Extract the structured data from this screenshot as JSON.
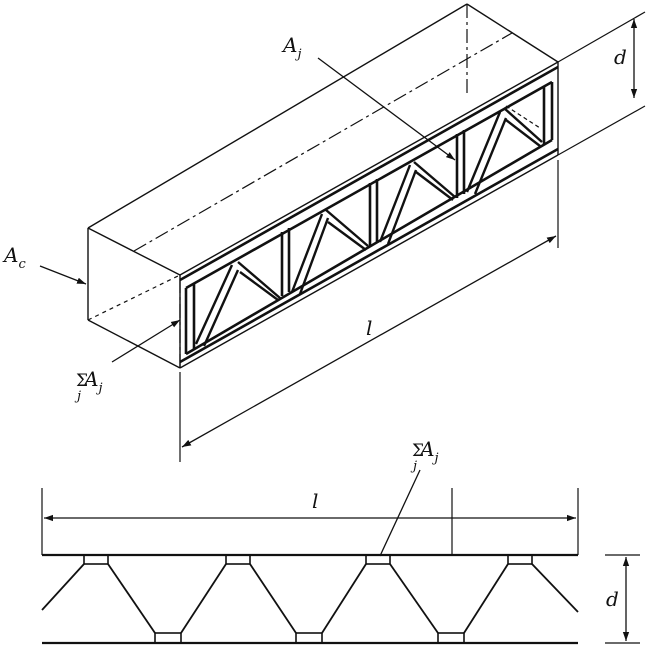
{
  "top_figure": {
    "label_Aj": {
      "main": "A",
      "sub": "j"
    },
    "label_Ac": {
      "main": "A",
      "sub": "c"
    },
    "label_sum_Aj": {
      "sigma": "Σ",
      "sigma_sub": "j",
      "main": "A",
      "sub": "j"
    },
    "label_d": "d",
    "label_l": "l"
  },
  "bottom_figure": {
    "label_l": "l",
    "label_sum_Aj": {
      "sigma": "Σ",
      "sigma_sub": "j",
      "main": "A",
      "sub": "j"
    },
    "label_d": "d"
  }
}
